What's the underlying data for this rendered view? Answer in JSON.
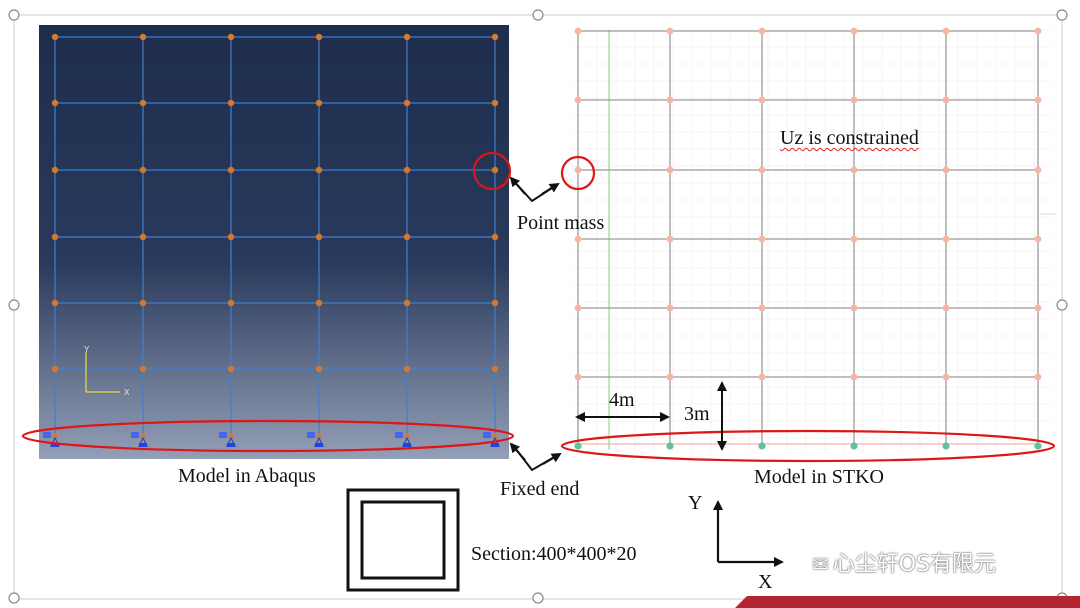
{
  "labels": {
    "uz_note": "Uz is constrained",
    "point_mass": "Point mass",
    "model_abaqus": "Model in Abaqus",
    "fixed_end": "Fixed end",
    "model_stko": "Model in STKO",
    "dim_4m": "4m",
    "dim_3m": "3m",
    "section": "Section:400*400*20",
    "axis_y": "Y",
    "axis_x": "X",
    "triad_y": "Y",
    "triad_x": "X"
  },
  "watermark": "心尘轩OS有限元",
  "colors": {
    "abaqus_bg_top": "#1e2d4c",
    "abaqus_bg_bottom": "#8e9ab2",
    "abaqus_line": "#3f7fd0",
    "abaqus_node": "#d9782a",
    "stko_line": "#9a9a9a",
    "stko_node": "#f7b5a0",
    "stko_fixed_node": "#5cc49a",
    "highlight": "#e01515"
  }
}
